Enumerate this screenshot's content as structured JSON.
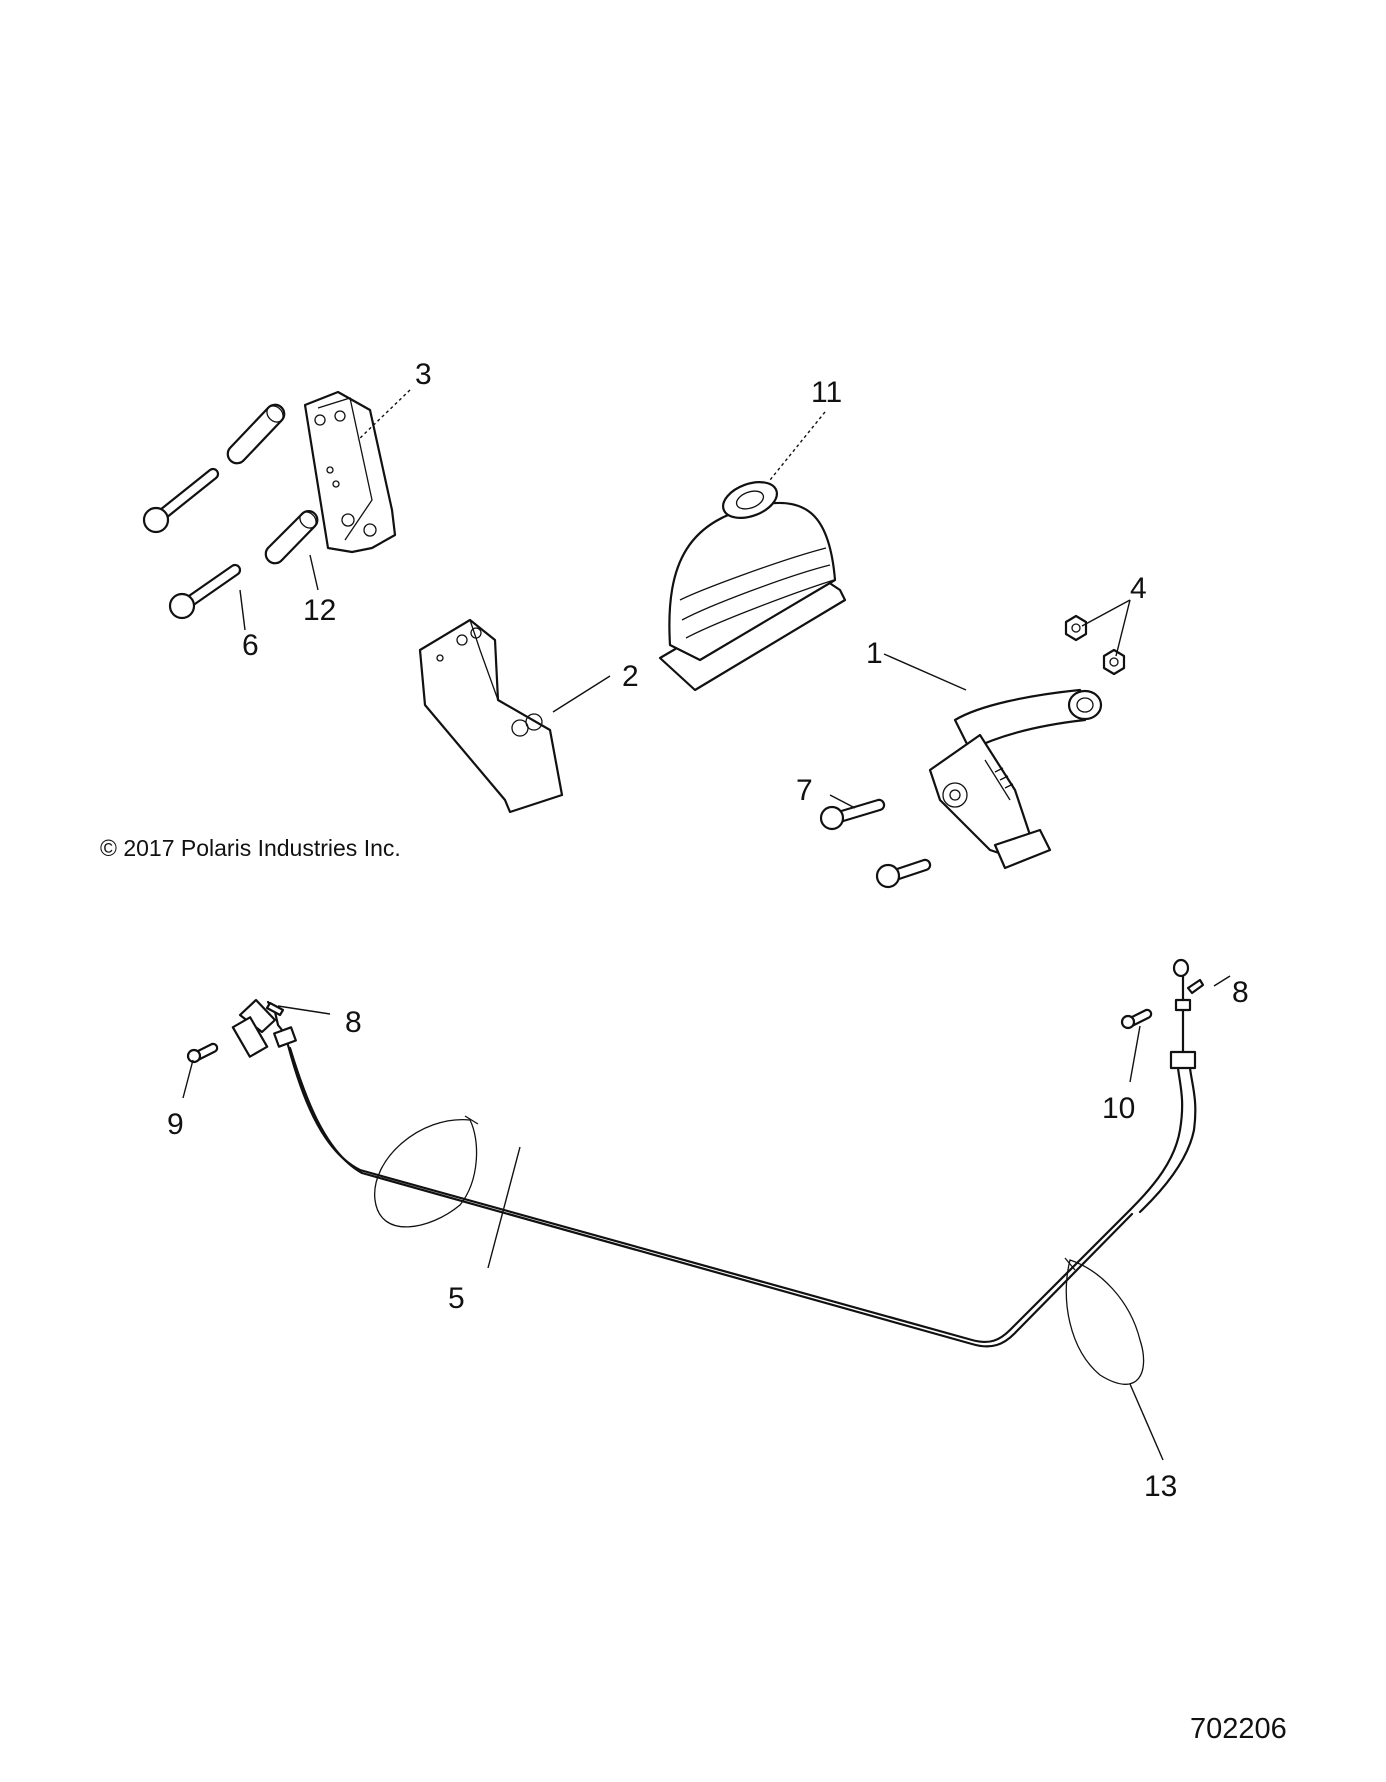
{
  "callouts": {
    "c1": "1",
    "c2": "2",
    "c3": "3",
    "c4": "4",
    "c5": "5",
    "c6": "6",
    "c7": "7",
    "c8a": "8",
    "c8b": "8",
    "c9": "9",
    "c10": "10",
    "c11": "11",
    "c12": "12",
    "c13": "13"
  },
  "copyright": "© 2017  Polaris Industries Inc.",
  "drawing_number": "702206"
}
